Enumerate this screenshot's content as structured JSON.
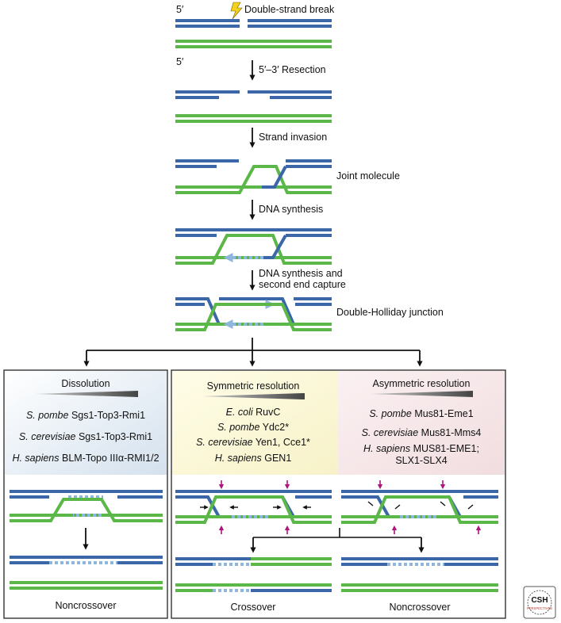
{
  "steps": {
    "five_prime_top": "5′",
    "five_prime_second": "5′",
    "break": "Double-strand break",
    "resection": "5′–3′ Resection",
    "invasion": "Strand invasion",
    "joint": "Joint molecule",
    "synthesis": "DNA synthesis",
    "synthesis2_line1": "DNA synthesis and",
    "synthesis2_line2": "second end capture",
    "dhj": "Double-Holliday junction"
  },
  "panels": {
    "dissolution": {
      "title": "Dissolution",
      "proteins": [
        {
          "species": "S. pombe",
          "name": " Sgs1-Top3-Rmi1"
        },
        {
          "species": "S. cerevisiae",
          "name": " Sgs1-Top3-Rmi1"
        },
        {
          "species": "H. sapiens",
          "name": " BLM-Topo IIIα-RMI1/2"
        }
      ],
      "outcome": "Noncrossover"
    },
    "symmetric": {
      "title": "Symmetric resolution",
      "proteins": [
        {
          "species": "E. coli",
          "name": " RuvC"
        },
        {
          "species": "S. pombe",
          "name": " Ydc2*"
        },
        {
          "species": "S. cerevisiae",
          "name": " Yen1, Cce1*"
        },
        {
          "species": "H. sapiens",
          "name": "  GEN1"
        }
      ],
      "outcome": "Crossover"
    },
    "asymmetric": {
      "title": "Asymmetric resolution",
      "proteins": [
        {
          "species": "S. pombe",
          "name": " Mus81-Eme1"
        },
        {
          "species": "S. cerevisiae",
          "name": " Mus81-Mms4"
        },
        {
          "species": "H. sapiens",
          "name": " MUS81-EME1;"
        },
        {
          "species": "",
          "name": "SLX1-SLX4"
        }
      ],
      "outcome": "Noncrossover"
    }
  },
  "logo": {
    "line1": "CSH",
    "line2": "PERSPECTIVES"
  },
  "colors": {
    "blue": "#3b67a8",
    "green": "#5bb848",
    "light_blue": "#8fb6dc",
    "magenta": "#b0137a",
    "dissolution_bg": "#dfe8f2",
    "symmetric_bg": "#fbf6d3",
    "asymmetric_bg": "#f5e4e6"
  }
}
